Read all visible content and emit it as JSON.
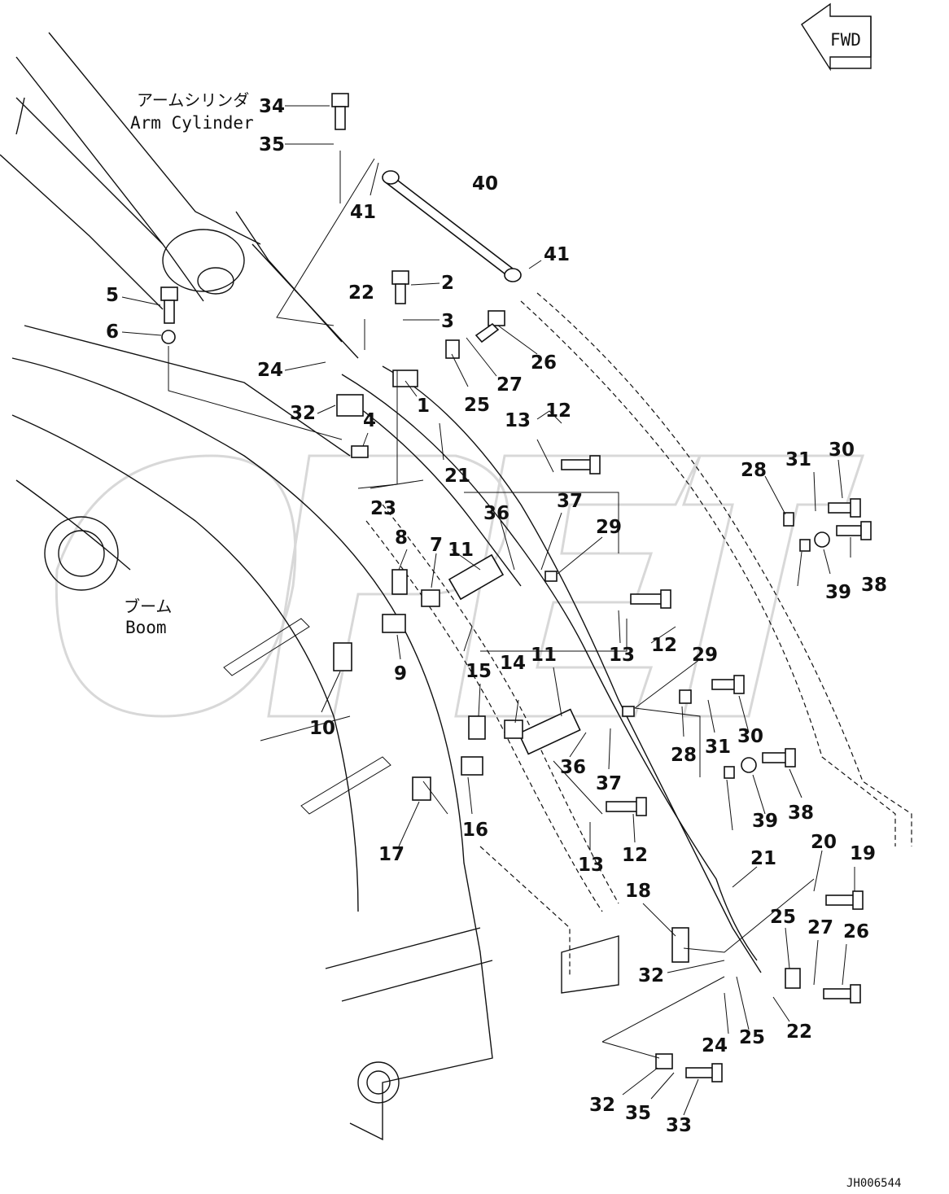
{
  "diagram": {
    "drawing_code": "JH006544",
    "fwd_label": "FWD",
    "arm_cylinder": {
      "jp": "アームシリンダ",
      "en": "Arm Cylinder"
    },
    "boom": {
      "jp": "ブーム",
      "en": "Boom"
    },
    "callouts": [
      "34",
      "35",
      "41",
      "40",
      "41",
      "5",
      "6",
      "22",
      "2",
      "3",
      "26",
      "27",
      "25",
      "24",
      "32",
      "4",
      "1",
      "21",
      "13",
      "12",
      "23",
      "30",
      "31",
      "28",
      "36",
      "37",
      "29",
      "8",
      "7",
      "11",
      "38",
      "39",
      "9",
      "13",
      "12",
      "10",
      "11",
      "29",
      "15",
      "14",
      "30",
      "31",
      "28",
      "36",
      "37",
      "17",
      "16",
      "38",
      "39",
      "13",
      "12",
      "21",
      "20",
      "19",
      "18",
      "25",
      "27",
      "26",
      "32",
      "24",
      "25",
      "22",
      "32",
      "35",
      "33"
    ]
  }
}
